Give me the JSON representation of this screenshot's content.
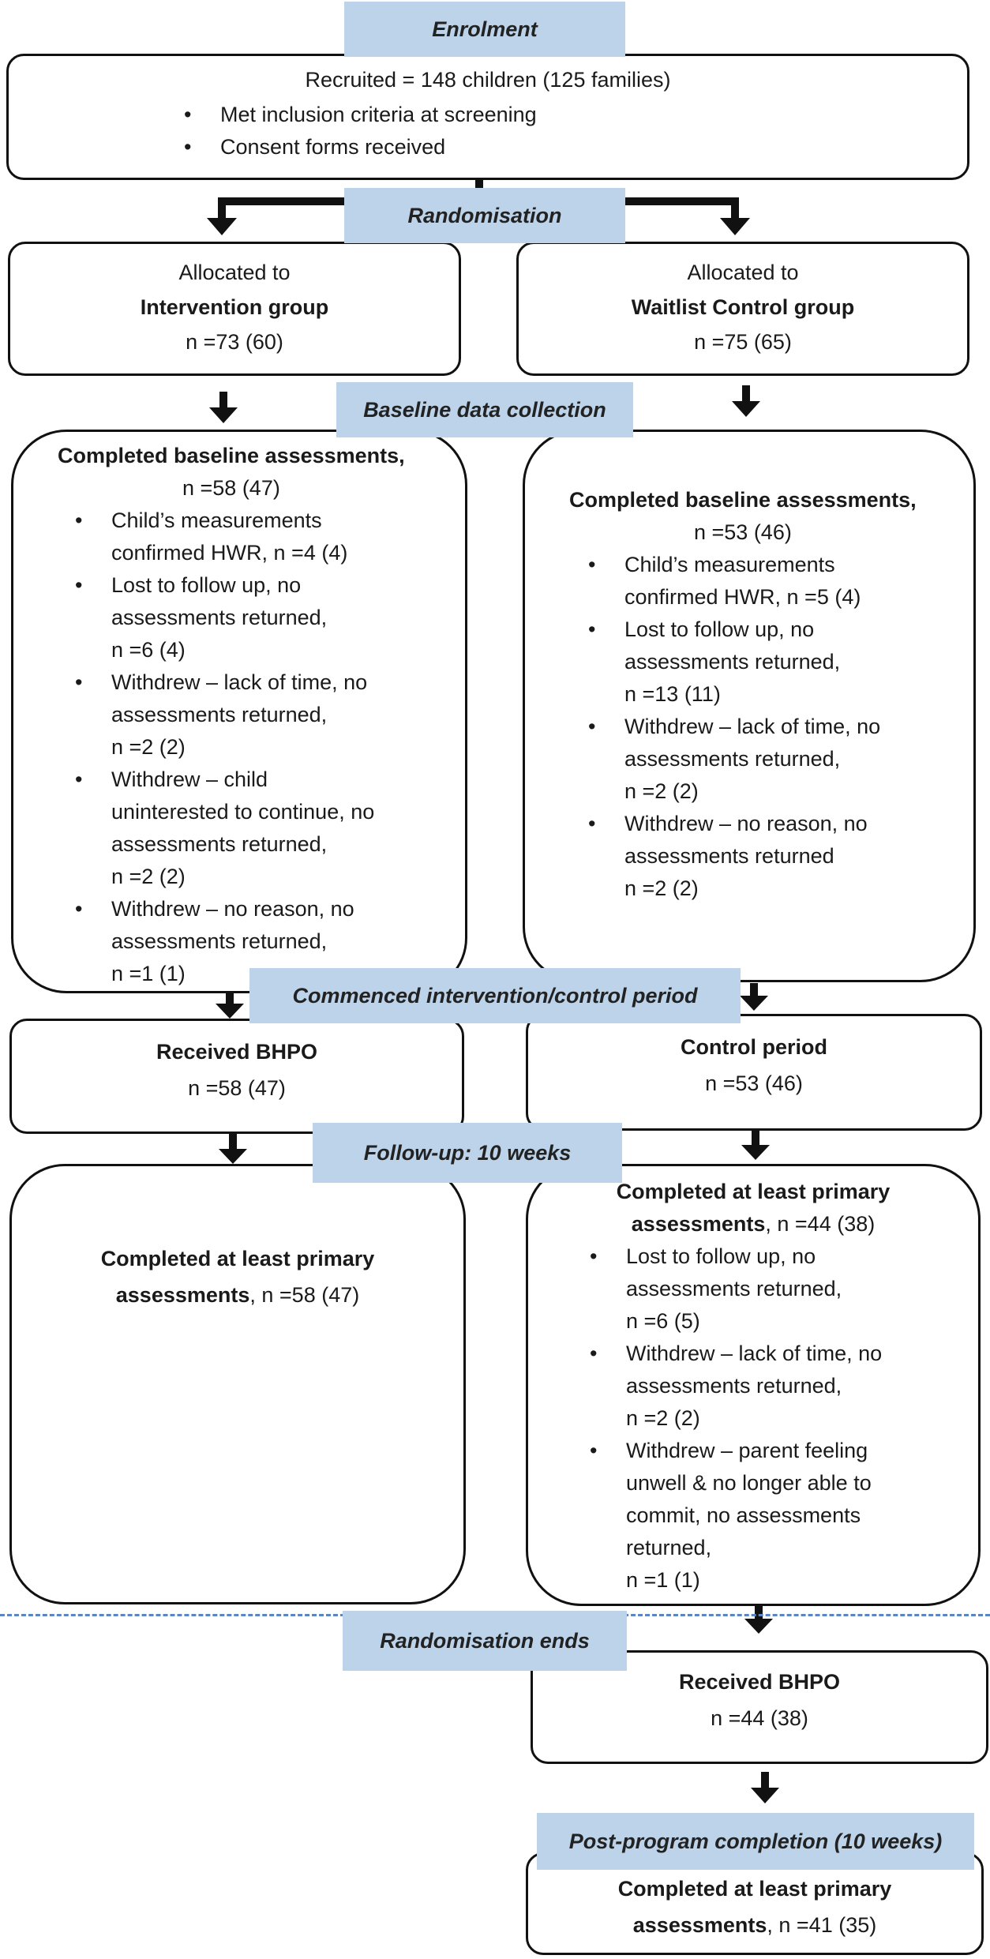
{
  "stages": {
    "enrolment": "Enrolment",
    "randomisation": "Randomisation",
    "baseline": "Baseline data collection",
    "commenced": "Commenced intervention/control period",
    "followup": "Follow-up: 10 weeks",
    "randomisation_ends": "Randomisation ends",
    "post_program": "Post-program completion (10 weeks)"
  },
  "enrolment_box": {
    "recruited": "Recruited = 148 children (125 families)",
    "bullets": [
      "Met inclusion criteria at screening",
      "Consent forms received"
    ]
  },
  "allocation": {
    "intervention": {
      "prefix": "Allocated to",
      "group": "Intervention group",
      "n": "n =73 (60)"
    },
    "control": {
      "prefix": "Allocated to",
      "group": "Waitlist Control group",
      "n": "n =75 (65)"
    }
  },
  "baseline": {
    "intervention": {
      "heading": "Completed baseline assessments,",
      "n": "n =58 (47)",
      "items": [
        [
          "Child’s measurements",
          "confirmed HWR, n =4 (4)"
        ],
        [
          "Lost to follow up, no",
          "assessments returned,",
          "n =6 (4)"
        ],
        [
          "Withdrew – lack of time, no",
          "assessments returned,",
          "n =2 (2)"
        ],
        [
          "Withdrew – child",
          "uninterested to continue, no",
          "assessments returned,",
          "n =2 (2)"
        ],
        [
          "Withdrew – no reason, no",
          "assessments returned,",
          "n =1 (1)"
        ]
      ]
    },
    "control": {
      "heading": "Completed baseline assessments,",
      "n": "n =53 (46)",
      "items": [
        [
          "Child’s measurements",
          "confirmed HWR, n =5 (4)"
        ],
        [
          "Lost to follow up, no",
          "assessments returned,",
          "n =13 (11)"
        ],
        [
          "Withdrew – lack of time, no",
          "assessments returned,",
          "n =2 (2)"
        ],
        [
          "Withdrew – no reason, no",
          "assessments returned",
          "n =2 (2)"
        ]
      ]
    }
  },
  "period": {
    "intervention": {
      "title": "Received BHPO",
      "n": "n =58 (47)"
    },
    "control": {
      "title": "Control period",
      "n": "n =53 (46)"
    }
  },
  "followup": {
    "intervention": {
      "bold": "Completed at least primary",
      "bold2": "assessments",
      "n": ", n =58 (47)"
    },
    "control": {
      "bold": "Completed at least primary",
      "bold2": "assessments",
      "n": ", n =44 (38)",
      "items": [
        [
          "Lost to follow up, no",
          "assessments returned,",
          "n =6 (5)"
        ],
        [
          "Withdrew – lack of time, no",
          "assessments returned,",
          "n =2 (2)"
        ],
        [
          "Withdrew – parent feeling",
          "unwell & no longer able to",
          "commit, no assessments",
          "returned,",
          "n =1 (1)"
        ]
      ]
    }
  },
  "waitlist_received": {
    "title": "Received BHPO",
    "n": "n =44 (38)"
  },
  "post_completed": {
    "bold": "Completed at least primary",
    "bold2": "assessments",
    "n": ", n =41 (35)"
  }
}
